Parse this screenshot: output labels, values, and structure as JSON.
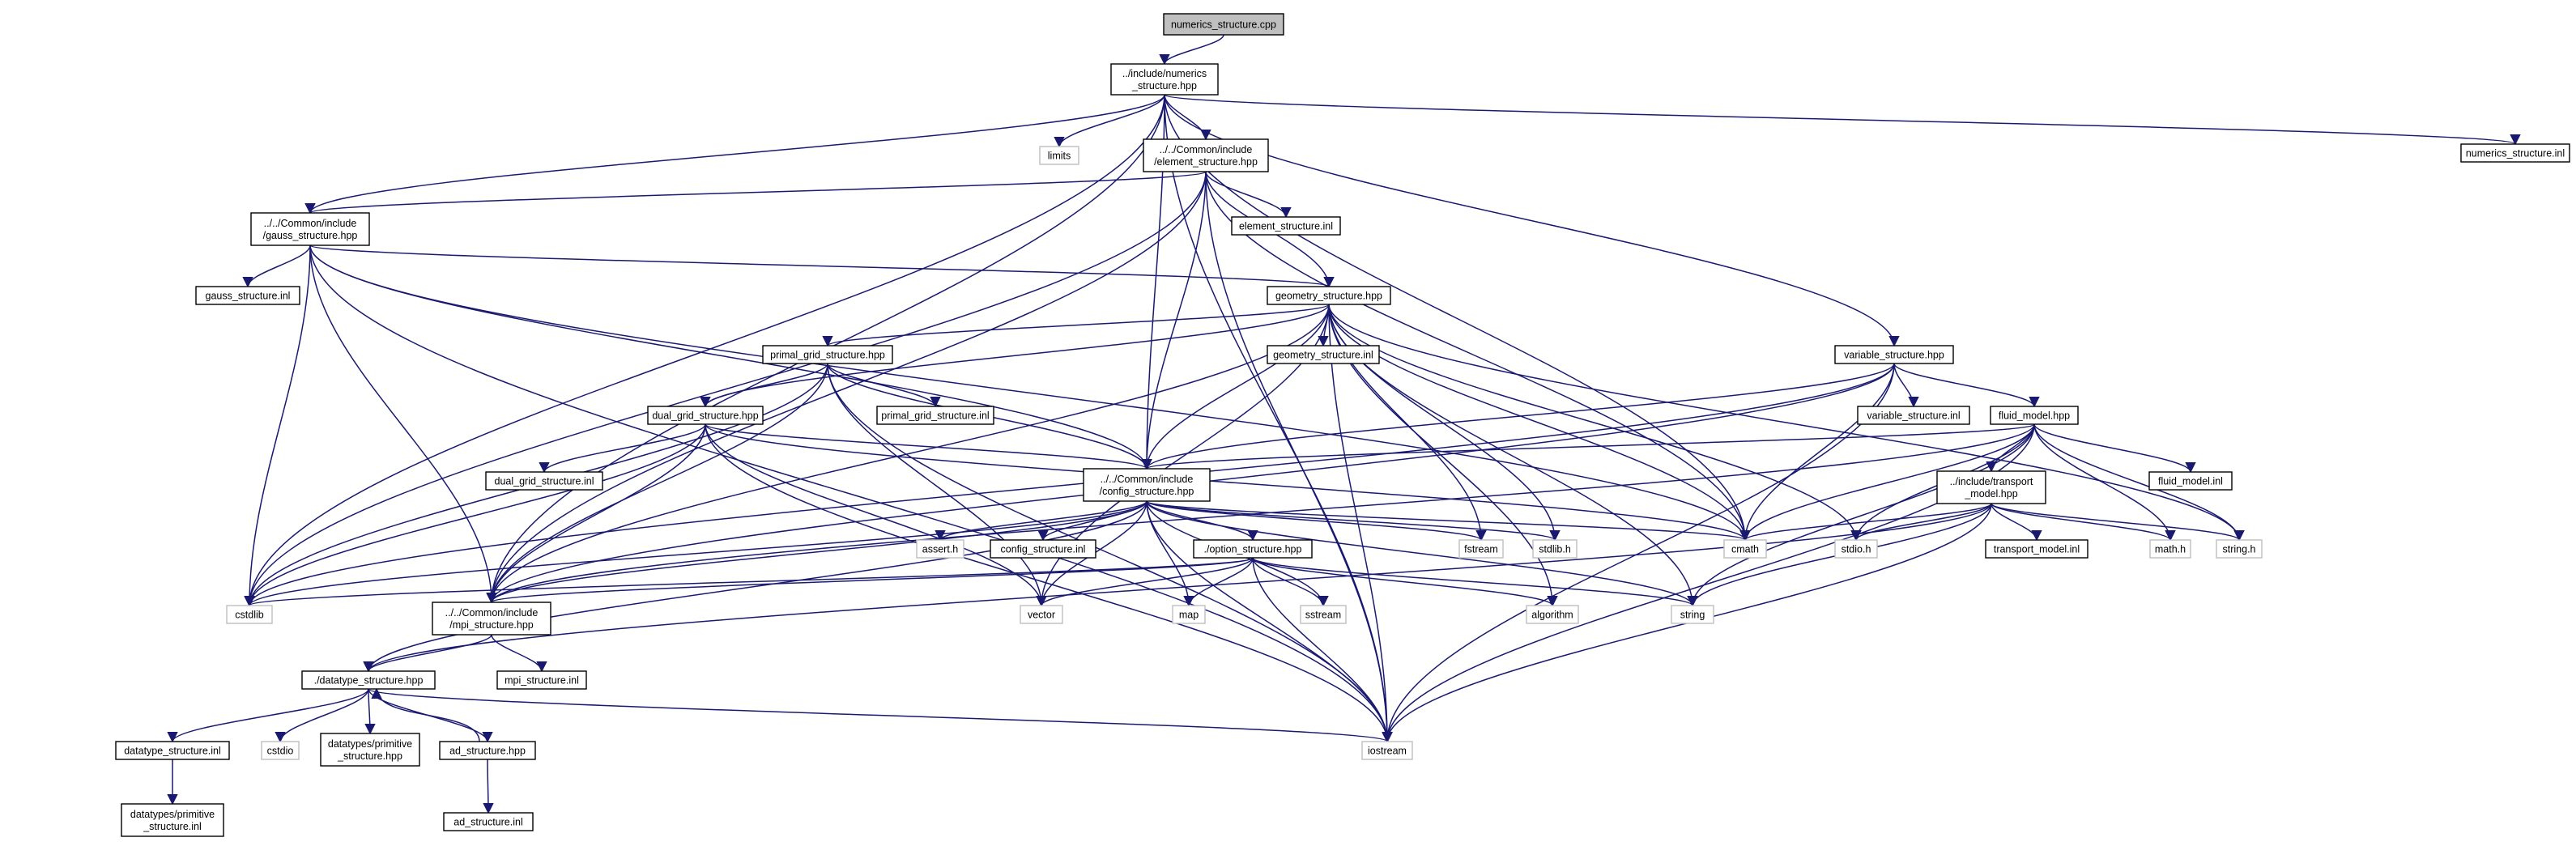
{
  "nodes": [
    {
      "id": "numerics_cpp",
      "lines": [
        "numerics_structure.cpp"
      ],
      "kind": "root"
    },
    {
      "id": "numerics_hpp",
      "lines": [
        "../include/numerics",
        "_structure.hpp"
      ],
      "kind": "file"
    },
    {
      "id": "limits",
      "lines": [
        "limits"
      ],
      "kind": "sys"
    },
    {
      "id": "element_hpp",
      "lines": [
        "../../Common/include",
        "/element_structure.hpp"
      ],
      "kind": "file"
    },
    {
      "id": "numerics_inl",
      "lines": [
        "numerics_structure.inl"
      ],
      "kind": "file"
    },
    {
      "id": "gauss_hpp",
      "lines": [
        "../../Common/include",
        "/gauss_structure.hpp"
      ],
      "kind": "file"
    },
    {
      "id": "element_inl",
      "lines": [
        "element_structure.inl"
      ],
      "kind": "file"
    },
    {
      "id": "gauss_inl",
      "lines": [
        "gauss_structure.inl"
      ],
      "kind": "file"
    },
    {
      "id": "geometry_hpp",
      "lines": [
        "geometry_structure.hpp"
      ],
      "kind": "file"
    },
    {
      "id": "geometry_inl",
      "lines": [
        "geometry_structure.inl"
      ],
      "kind": "file"
    },
    {
      "id": "primal_hpp",
      "lines": [
        "primal_grid_structure.hpp"
      ],
      "kind": "file"
    },
    {
      "id": "variable_hpp",
      "lines": [
        "variable_structure.hpp"
      ],
      "kind": "file"
    },
    {
      "id": "primal_inl",
      "lines": [
        "primal_grid_structure.inl"
      ],
      "kind": "file"
    },
    {
      "id": "variable_inl",
      "lines": [
        "variable_structure.inl"
      ],
      "kind": "file"
    },
    {
      "id": "fluid_hpp",
      "lines": [
        "fluid_model.hpp"
      ],
      "kind": "file"
    },
    {
      "id": "dual_hpp",
      "lines": [
        "dual_grid_structure.hpp"
      ],
      "kind": "file"
    },
    {
      "id": "dual_inl",
      "lines": [
        "dual_grid_structure.inl"
      ],
      "kind": "file"
    },
    {
      "id": "config_hpp",
      "lines": [
        "../../Common/include",
        "/config_structure.hpp"
      ],
      "kind": "file"
    },
    {
      "id": "transport_hpp",
      "lines": [
        "../include/transport",
        "_model.hpp"
      ],
      "kind": "file"
    },
    {
      "id": "fluid_inl",
      "lines": [
        "fluid_model.inl"
      ],
      "kind": "file"
    },
    {
      "id": "assert_h",
      "lines": [
        "assert.h"
      ],
      "kind": "sys"
    },
    {
      "id": "config_inl",
      "lines": [
        "config_structure.inl"
      ],
      "kind": "file"
    },
    {
      "id": "fstream",
      "lines": [
        "fstream"
      ],
      "kind": "sys"
    },
    {
      "id": "stdlib_h",
      "lines": [
        "stdlib.h"
      ],
      "kind": "sys"
    },
    {
      "id": "cmath",
      "lines": [
        "cmath"
      ],
      "kind": "sys"
    },
    {
      "id": "stdio_h",
      "lines": [
        "stdio.h"
      ],
      "kind": "sys"
    },
    {
      "id": "transport_inl",
      "lines": [
        "transport_model.inl"
      ],
      "kind": "file"
    },
    {
      "id": "math_h",
      "lines": [
        "math.h"
      ],
      "kind": "sys"
    },
    {
      "id": "string_h",
      "lines": [
        "string.h"
      ],
      "kind": "sys"
    },
    {
      "id": "option_hpp",
      "lines": [
        "./option_structure.hpp"
      ],
      "kind": "file"
    },
    {
      "id": "cstdlib",
      "lines": [
        "cstdlib"
      ],
      "kind": "sys"
    },
    {
      "id": "mpi_hpp",
      "lines": [
        "../../Common/include",
        "/mpi_structure.hpp"
      ],
      "kind": "file"
    },
    {
      "id": "vector",
      "lines": [
        "vector"
      ],
      "kind": "sys"
    },
    {
      "id": "map",
      "lines": [
        "map"
      ],
      "kind": "sys"
    },
    {
      "id": "sstream",
      "lines": [
        "sstream"
      ],
      "kind": "sys"
    },
    {
      "id": "algorithm",
      "lines": [
        "algorithm"
      ],
      "kind": "sys"
    },
    {
      "id": "string",
      "lines": [
        "string"
      ],
      "kind": "sys"
    },
    {
      "id": "mpi_inl",
      "lines": [
        "mpi_structure.inl"
      ],
      "kind": "file"
    },
    {
      "id": "datatype_hpp",
      "lines": [
        "./datatype_structure.hpp"
      ],
      "kind": "file"
    },
    {
      "id": "datatype_inl",
      "lines": [
        "datatype_structure.inl"
      ],
      "kind": "file"
    },
    {
      "id": "cstdio",
      "lines": [
        "cstdio"
      ],
      "kind": "sys"
    },
    {
      "id": "primitive_hpp",
      "lines": [
        "datatypes/primitive",
        "_structure.hpp"
      ],
      "kind": "file"
    },
    {
      "id": "ad_hpp",
      "lines": [
        "ad_structure.hpp"
      ],
      "kind": "file"
    },
    {
      "id": "iostream",
      "lines": [
        "iostream"
      ],
      "kind": "sys"
    },
    {
      "id": "primitive_inl",
      "lines": [
        "datatypes/primitive",
        "_structure.inl"
      ],
      "kind": "file"
    },
    {
      "id": "ad_inl",
      "lines": [
        "ad_structure.inl"
      ],
      "kind": "file"
    }
  ],
  "edges": [
    [
      "numerics_cpp",
      "numerics_hpp"
    ],
    [
      "numerics_hpp",
      "limits"
    ],
    [
      "numerics_hpp",
      "element_hpp"
    ],
    [
      "numerics_hpp",
      "numerics_inl"
    ],
    [
      "numerics_hpp",
      "gauss_hpp"
    ],
    [
      "numerics_hpp",
      "config_hpp"
    ],
    [
      "numerics_hpp",
      "cmath"
    ],
    [
      "numerics_hpp",
      "variable_hpp"
    ],
    [
      "numerics_hpp",
      "cstdlib"
    ],
    [
      "numerics_hpp",
      "mpi_hpp"
    ],
    [
      "numerics_hpp",
      "iostream"
    ],
    [
      "element_hpp",
      "element_inl"
    ],
    [
      "element_hpp",
      "geometry_hpp"
    ],
    [
      "element_hpp",
      "gauss_hpp"
    ],
    [
      "element_hpp",
      "config_hpp"
    ],
    [
      "element_hpp",
      "cmath"
    ],
    [
      "element_hpp",
      "cstdlib"
    ],
    [
      "element_hpp",
      "mpi_hpp"
    ],
    [
      "element_hpp",
      "iostream"
    ],
    [
      "gauss_hpp",
      "gauss_inl"
    ],
    [
      "gauss_hpp",
      "geometry_hpp"
    ],
    [
      "gauss_hpp",
      "config_hpp"
    ],
    [
      "gauss_hpp",
      "cmath"
    ],
    [
      "gauss_hpp",
      "cstdlib"
    ],
    [
      "gauss_hpp",
      "mpi_hpp"
    ],
    [
      "gauss_hpp",
      "iostream"
    ],
    [
      "geometry_hpp",
      "geometry_inl"
    ],
    [
      "geometry_hpp",
      "primal_hpp"
    ],
    [
      "geometry_hpp",
      "dual_hpp"
    ],
    [
      "geometry_hpp",
      "config_hpp"
    ],
    [
      "geometry_hpp",
      "fstream"
    ],
    [
      "geometry_hpp",
      "stdlib_h"
    ],
    [
      "geometry_hpp",
      "cmath"
    ],
    [
      "geometry_hpp",
      "stdio_h"
    ],
    [
      "geometry_hpp",
      "string_h"
    ],
    [
      "geometry_hpp",
      "mpi_hpp"
    ],
    [
      "geometry_hpp",
      "vector"
    ],
    [
      "geometry_hpp",
      "algorithm"
    ],
    [
      "geometry_hpp",
      "string"
    ],
    [
      "geometry_hpp",
      "iostream"
    ],
    [
      "primal_hpp",
      "primal_inl"
    ],
    [
      "primal_hpp",
      "dual_hpp"
    ],
    [
      "primal_hpp",
      "config_hpp"
    ],
    [
      "primal_hpp",
      "cstdlib"
    ],
    [
      "primal_hpp",
      "mpi_hpp"
    ],
    [
      "primal_hpp",
      "vector"
    ],
    [
      "primal_hpp",
      "iostream"
    ],
    [
      "dual_hpp",
      "dual_inl"
    ],
    [
      "dual_hpp",
      "config_hpp"
    ],
    [
      "dual_hpp",
      "cmath"
    ],
    [
      "dual_hpp",
      "cstdlib"
    ],
    [
      "dual_hpp",
      "mpi_hpp"
    ],
    [
      "dual_hpp",
      "vector"
    ],
    [
      "dual_hpp",
      "iostream"
    ],
    [
      "variable_hpp",
      "variable_inl"
    ],
    [
      "variable_hpp",
      "fluid_hpp"
    ],
    [
      "variable_hpp",
      "config_hpp"
    ],
    [
      "variable_hpp",
      "cmath"
    ],
    [
      "variable_hpp",
      "cstdlib"
    ],
    [
      "variable_hpp",
      "mpi_hpp"
    ],
    [
      "variable_hpp",
      "iostream"
    ],
    [
      "fluid_hpp",
      "fluid_inl"
    ],
    [
      "fluid_hpp",
      "transport_hpp"
    ],
    [
      "fluid_hpp",
      "config_hpp"
    ],
    [
      "fluid_hpp",
      "cmath"
    ],
    [
      "fluid_hpp",
      "stdio_h"
    ],
    [
      "fluid_hpp",
      "math_h"
    ],
    [
      "fluid_hpp",
      "string_h"
    ],
    [
      "fluid_hpp",
      "string"
    ],
    [
      "fluid_hpp",
      "mpi_hpp"
    ],
    [
      "fluid_hpp",
      "iostream"
    ],
    [
      "transport_hpp",
      "transport_inl"
    ],
    [
      "transport_hpp",
      "cmath"
    ],
    [
      "transport_hpp",
      "stdio_h"
    ],
    [
      "transport_hpp",
      "math_h"
    ],
    [
      "transport_hpp",
      "string_h"
    ],
    [
      "transport_hpp",
      "string"
    ],
    [
      "transport_hpp",
      "datatype_hpp"
    ],
    [
      "transport_hpp",
      "iostream"
    ],
    [
      "config_hpp",
      "assert_h"
    ],
    [
      "config_hpp",
      "config_inl"
    ],
    [
      "config_hpp",
      "option_hpp"
    ],
    [
      "config_hpp",
      "fstream"
    ],
    [
      "config_hpp",
      "stdlib_h"
    ],
    [
      "config_hpp",
      "cmath"
    ],
    [
      "config_hpp",
      "cstdlib"
    ],
    [
      "config_hpp",
      "mpi_hpp"
    ],
    [
      "config_hpp",
      "vector"
    ],
    [
      "config_hpp",
      "map"
    ],
    [
      "config_hpp",
      "sstream"
    ],
    [
      "config_hpp",
      "string"
    ],
    [
      "config_hpp",
      "datatype_hpp"
    ],
    [
      "config_hpp",
      "iostream"
    ],
    [
      "option_hpp",
      "cstdlib"
    ],
    [
      "option_hpp",
      "mpi_hpp"
    ],
    [
      "option_hpp",
      "vector"
    ],
    [
      "option_hpp",
      "map"
    ],
    [
      "option_hpp",
      "sstream"
    ],
    [
      "option_hpp",
      "algorithm"
    ],
    [
      "option_hpp",
      "string"
    ],
    [
      "option_hpp",
      "iostream"
    ],
    [
      "mpi_hpp",
      "mpi_inl"
    ],
    [
      "mpi_hpp",
      "datatype_hpp"
    ],
    [
      "datatype_hpp",
      "datatype_inl"
    ],
    [
      "datatype_hpp",
      "cstdio"
    ],
    [
      "datatype_hpp",
      "primitive_hpp"
    ],
    [
      "datatype_hpp",
      "ad_hpp"
    ],
    [
      "datatype_hpp",
      "iostream"
    ],
    [
      "ad_hpp",
      "datatype_hpp"
    ],
    [
      "datatype_inl",
      "primitive_inl"
    ],
    [
      "ad_hpp",
      "ad_inl"
    ]
  ]
}
